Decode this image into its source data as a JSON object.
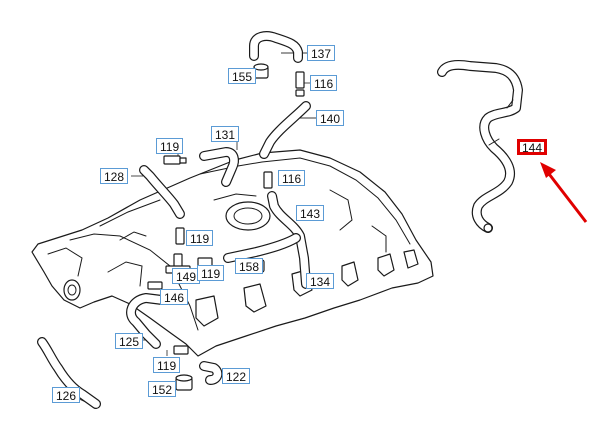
{
  "colors": {
    "callout_border": "#5b9bd5",
    "highlight": "#e00000",
    "line": "#1a1a1a"
  },
  "highlighted_part": "144",
  "callouts": [
    {
      "id": "c137",
      "label": "137"
    },
    {
      "id": "c155",
      "label": "155"
    },
    {
      "id": "c116a",
      "label": "116"
    },
    {
      "id": "c140",
      "label": "140"
    },
    {
      "id": "c119a",
      "label": "119"
    },
    {
      "id": "c131",
      "label": "131"
    },
    {
      "id": "c128",
      "label": "128"
    },
    {
      "id": "c116b",
      "label": "116"
    },
    {
      "id": "c143",
      "label": "143"
    },
    {
      "id": "c119b",
      "label": "119"
    },
    {
      "id": "c158",
      "label": "158"
    },
    {
      "id": "c149",
      "label": "149"
    },
    {
      "id": "c119c",
      "label": "119"
    },
    {
      "id": "c134",
      "label": "134"
    },
    {
      "id": "c146",
      "label": "146"
    },
    {
      "id": "c125",
      "label": "125"
    },
    {
      "id": "c119d",
      "label": "119"
    },
    {
      "id": "c122",
      "label": "122"
    },
    {
      "id": "c152",
      "label": "152"
    },
    {
      "id": "c126",
      "label": "126"
    },
    {
      "id": "c144",
      "label": "144"
    }
  ]
}
